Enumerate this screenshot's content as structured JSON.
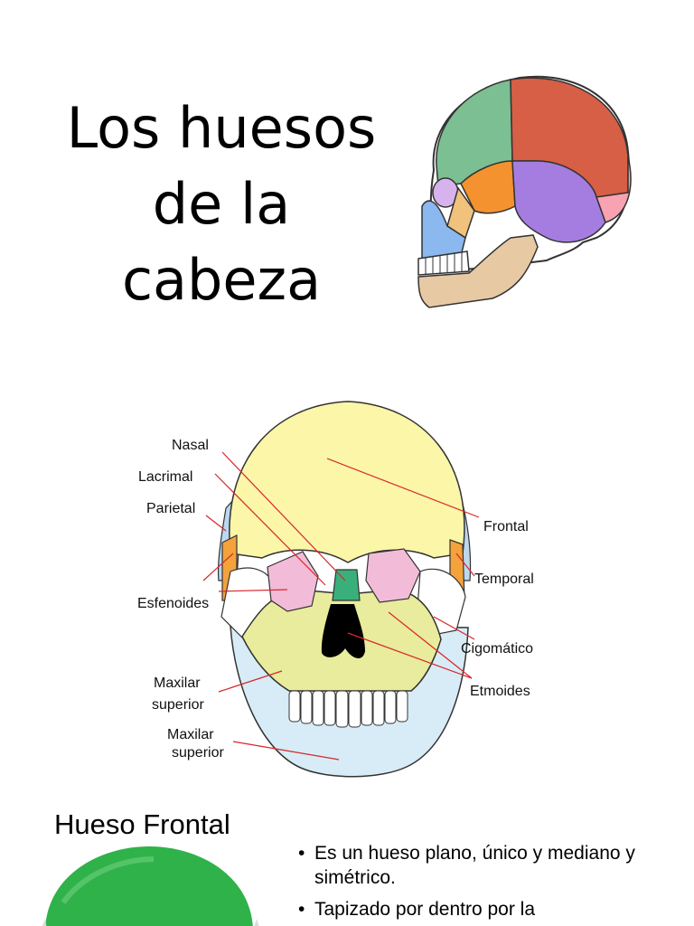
{
  "slide1": {
    "title": "Los huesos\nde la\ncabeza"
  },
  "slide2": {
    "labels": {
      "nasal": "Nasal",
      "lacrimal": "Lacrimal",
      "parietal": "Parietal",
      "esfenoides": "Esfenoides",
      "maxilar_sup_1_line1": "Maxilar",
      "maxilar_sup_1_line2": "superior",
      "maxilar_sup_2_line1": "Maxilar",
      "maxilar_sup_2_line2": "superior",
      "frontal": "Frontal",
      "temporal": "Temporal",
      "cigomatico": "Cigomático",
      "etmoides": "Etmoides"
    },
    "colors": {
      "frontal": "#fbf6a8",
      "maxilar": "#e8ec9c",
      "mandibula": "#d7ecf7",
      "lacrimal_orbit": "#f2bcd8",
      "nasal": "#39b07c",
      "sphenoid": "#f4a23c",
      "parietal": "#bcd8ef",
      "leader": "#d9262c"
    }
  },
  "slide3": {
    "title": "Hueso Frontal",
    "bullets": [
      "Es un hueso plano, único y mediano y simétrico.",
      "Tapizado por dentro por la"
    ],
    "colors": {
      "bone": "#2fb24a"
    }
  }
}
